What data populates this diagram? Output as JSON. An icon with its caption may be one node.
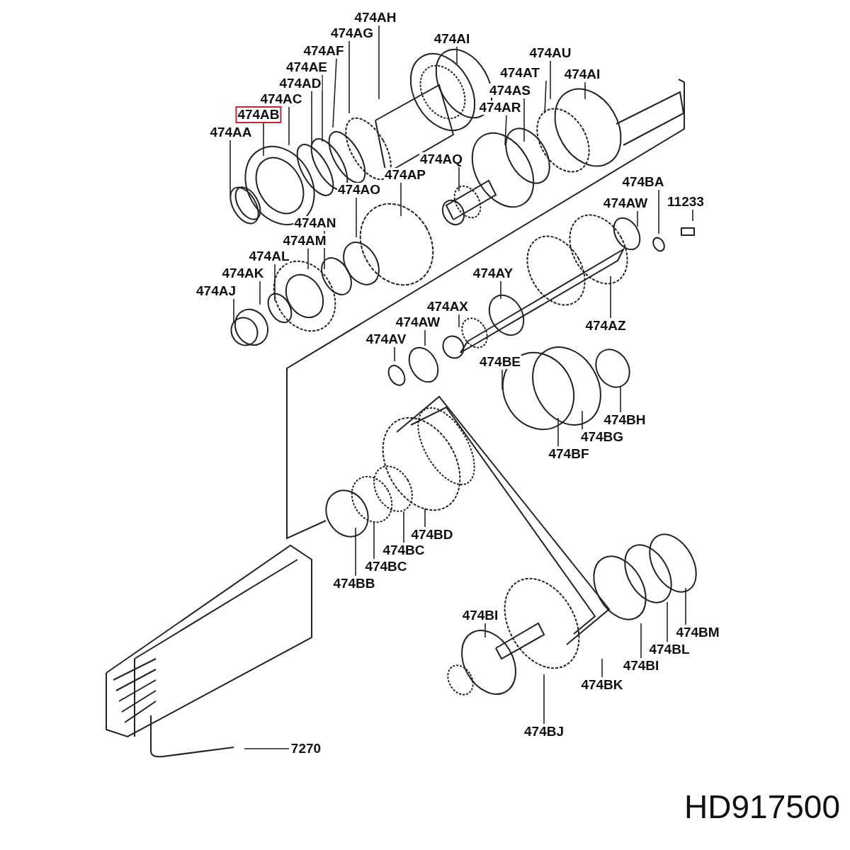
{
  "diagram": {
    "nodes": [
      {
        "text": [
          "474AH"
        ]
      },
      {
        "text": [
          "474AG"
        ]
      },
      {
        "text": [
          "474AI"
        ]
      },
      {
        "text": [
          "474AF"
        ]
      },
      {
        "text": [
          "474AE"
        ]
      },
      {
        "text": [
          "474AD"
        ]
      },
      {
        "text": [
          "474AC"
        ]
      },
      {
        "text": [
          "474AB"
        ]
      },
      {
        "text": [
          "474AA"
        ]
      },
      {
        "text": [
          "474AU"
        ]
      },
      {
        "text": [
          "474AT"
        ]
      },
      {
        "text": [
          "474AI"
        ]
      },
      {
        "text": [
          "474AS"
        ]
      },
      {
        "text": [
          "474AR"
        ]
      },
      {
        "text": [
          "474AQ"
        ]
      },
      {
        "text": [
          "474AP"
        ]
      },
      {
        "text": [
          "474AO"
        ]
      },
      {
        "text": [
          "474AN"
        ]
      },
      {
        "text": [
          "474AM"
        ]
      },
      {
        "text": [
          "474AL"
        ]
      },
      {
        "text": [
          "474AK"
        ]
      },
      {
        "text": [
          "474AJ"
        ]
      },
      {
        "text": [
          "474BA"
        ]
      },
      {
        "text": [
          "474AW"
        ]
      },
      {
        "text": [
          "11233"
        ]
      },
      {
        "text": [
          "474AY"
        ]
      },
      {
        "text": [
          "474AZ"
        ]
      },
      {
        "text": [
          "474AX"
        ]
      },
      {
        "text": [
          "474AW"
        ]
      },
      {
        "text": [
          "474AV"
        ]
      },
      {
        "text": [
          "474BE"
        ]
      },
      {
        "text": [
          "474BH"
        ]
      },
      {
        "text": [
          "474BG"
        ]
      },
      {
        "text": [
          "474BF"
        ]
      },
      {
        "text": [
          "474BD"
        ]
      },
      {
        "text": [
          "474BC"
        ]
      },
      {
        "text": [
          "474BC"
        ]
      },
      {
        "text": [
          "474BB"
        ]
      },
      {
        "text": [
          "474BI"
        ]
      },
      {
        "text": [
          "474BM"
        ]
      },
      {
        "text": [
          "474BL"
        ]
      },
      {
        "text": [
          "474BI"
        ]
      },
      {
        "text": [
          "474BK"
        ]
      },
      {
        "text": [
          "474BJ"
        ]
      },
      {
        "text": [
          "7270"
        ]
      }
    ],
    "edges": [
      {
        "from": 0,
        "to": null,
        "arrow": "none"
      },
      {
        "from": 1,
        "to": null,
        "arrow": "none"
      },
      {
        "from": 2,
        "to": null,
        "arrow": "none"
      },
      {
        "from": 3,
        "to": null,
        "arrow": "none"
      },
      {
        "from": 4,
        "to": null,
        "arrow": "none"
      },
      {
        "from": 5,
        "to": null,
        "arrow": "none"
      },
      {
        "from": 6,
        "to": null,
        "arrow": "none"
      },
      {
        "from": 7,
        "to": null,
        "arrow": "none"
      },
      {
        "from": 8,
        "to": null,
        "arrow": "none"
      },
      {
        "from": 9,
        "to": null,
        "arrow": "none"
      },
      {
        "from": 10,
        "to": null,
        "arrow": "none"
      },
      {
        "from": 11,
        "to": null,
        "arrow": "none"
      },
      {
        "from": 12,
        "to": null,
        "arrow": "none"
      },
      {
        "from": 13,
        "to": null,
        "arrow": "none"
      },
      {
        "from": 14,
        "to": null,
        "arrow": "none"
      },
      {
        "from": 15,
        "to": null,
        "arrow": "none"
      },
      {
        "from": 16,
        "to": null,
        "arrow": "none"
      },
      {
        "from": 17,
        "to": null,
        "arrow": "none"
      },
      {
        "from": 18,
        "to": null,
        "arrow": "none"
      },
      {
        "from": 19,
        "to": null,
        "arrow": "none"
      },
      {
        "from": 20,
        "to": null,
        "arrow": "none"
      },
      {
        "from": 21,
        "to": null,
        "arrow": "none"
      },
      {
        "from": 22,
        "to": null,
        "arrow": "none"
      },
      {
        "from": 23,
        "to": null,
        "arrow": "none"
      },
      {
        "from": 24,
        "to": null,
        "arrow": "none"
      },
      {
        "from": 25,
        "to": null,
        "arrow": "none"
      },
      {
        "from": 26,
        "to": null,
        "arrow": "none"
      },
      {
        "from": 27,
        "to": null,
        "arrow": "none"
      },
      {
        "from": 28,
        "to": null,
        "arrow": "none"
      },
      {
        "from": 29,
        "to": null,
        "arrow": "none"
      },
      {
        "from": 30,
        "to": null,
        "arrow": "none"
      },
      {
        "from": 31,
        "to": null,
        "arrow": "none"
      },
      {
        "from": 32,
        "to": null,
        "arrow": "none"
      },
      {
        "from": 33,
        "to": null,
        "arrow": "none"
      },
      {
        "from": 34,
        "to": null,
        "arrow": "none"
      },
      {
        "from": 35,
        "to": null,
        "arrow": "none"
      },
      {
        "from": 36,
        "to": null,
        "arrow": "none"
      },
      {
        "from": 37,
        "to": null,
        "arrow": "none"
      },
      {
        "from": 38,
        "to": null,
        "arrow": "none"
      },
      {
        "from": 39,
        "to": null,
        "arrow": "none"
      },
      {
        "from": 40,
        "to": null,
        "arrow": "none"
      },
      {
        "from": 41,
        "to": null,
        "arrow": "none"
      },
      {
        "from": 42,
        "to": null,
        "arrow": "none"
      },
      {
        "from": 43,
        "to": null,
        "arrow": "none"
      },
      {
        "from": 44,
        "to": null,
        "arrow": "none"
      }
    ],
    "labels": [
      "HD917500"
    ]
  }
}
